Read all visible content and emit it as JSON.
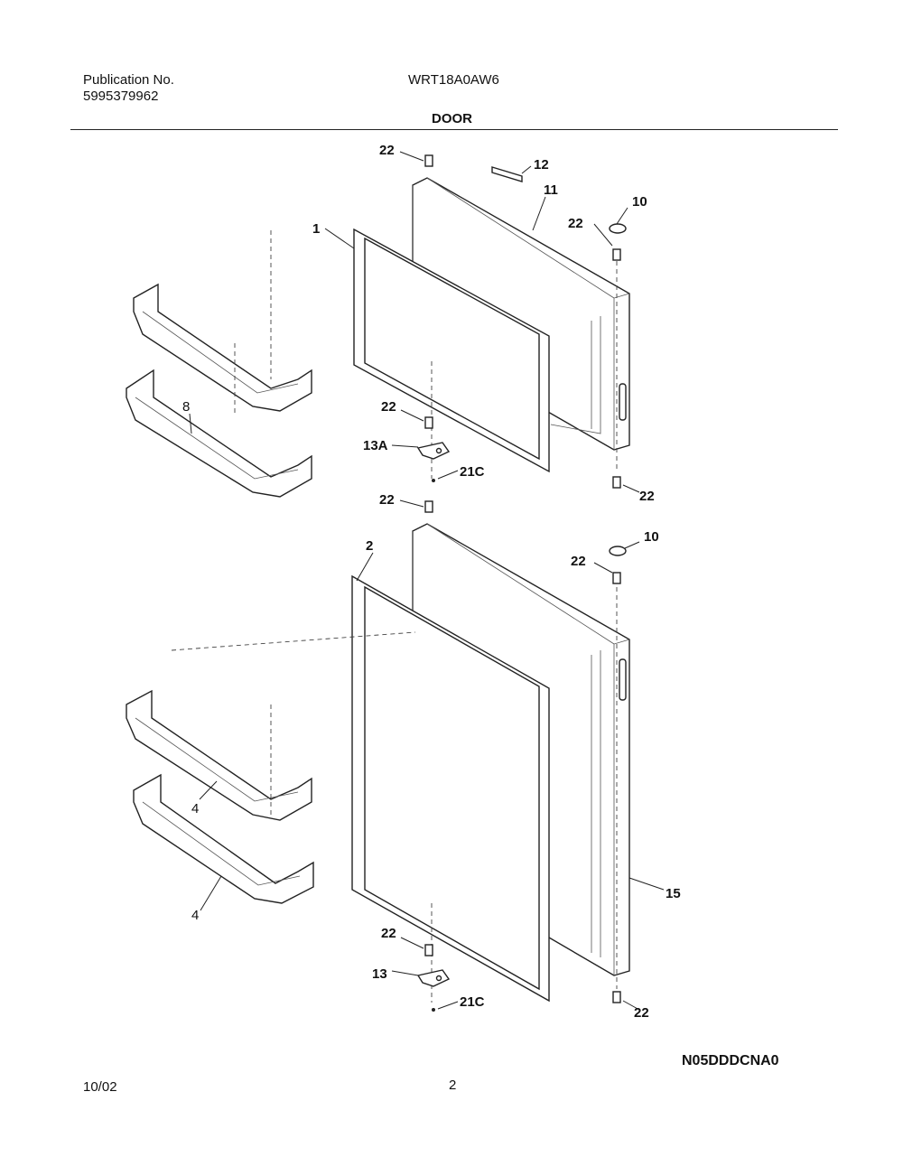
{
  "header": {
    "publication_label": "Publication No.",
    "publication_number": "5995379962",
    "model": "WRT18A0AW6",
    "section_title": "DOOR"
  },
  "footer": {
    "date": "10/02",
    "page": "2",
    "drawing_code": "N05DDDCNA0"
  },
  "callouts": {
    "c1": "1",
    "c2": "2",
    "c4a": "4",
    "c4b": "4",
    "c8": "8",
    "c10a": "10",
    "c10b": "10",
    "c11": "11",
    "c12": "12",
    "c13": "13",
    "c13a": "13A",
    "c15": "15",
    "c21c_a": "21C",
    "c21c_b": "21C",
    "c22_1": "22",
    "c22_2": "22",
    "c22_3": "22",
    "c22_4": "22",
    "c22_5": "22",
    "c22_6": "22",
    "c22_7": "22",
    "c22_8": "22"
  }
}
